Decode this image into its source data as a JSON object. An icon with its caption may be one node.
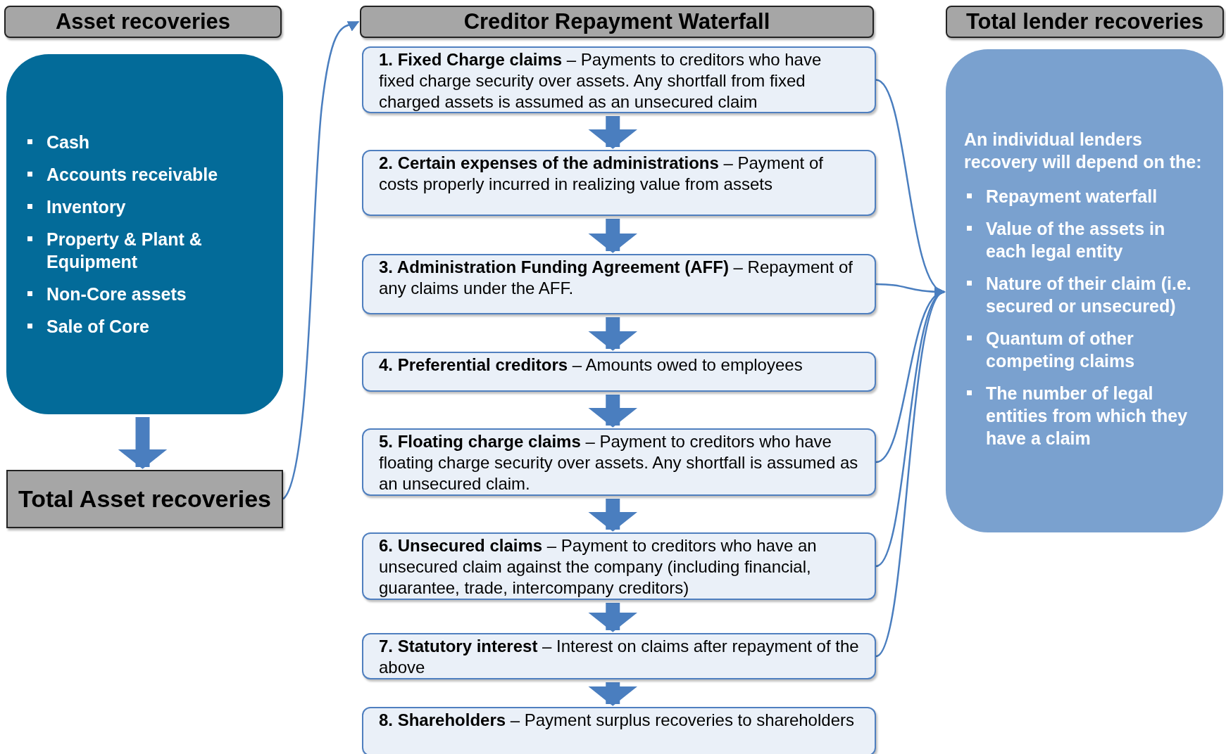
{
  "diagram": {
    "nodes": [
      {
        "text": [
          "Asset recoveries"
        ]
      },
      {
        "text": [
          "Cash",
          "Accounts receivable",
          "Inventory",
          "Property & Plant & Equipment",
          "Non-Core assets",
          "Sale of Core"
        ]
      },
      {
        "text": [
          "Total Asset recoveries"
        ]
      },
      {
        "text": [
          "Creditor Repayment Waterfall"
        ]
      },
      {
        "text": [
          "**1. Fixed Charge claims** – Payments to creditors who have fixed charge security over assets. Any shortfall from fixed charged assets is assumed as an unsecured claim"
        ]
      },
      {
        "text": [
          "**2. Certain expenses of the administrations** – Payment of costs properly incurred in realizing value from assets"
        ]
      },
      {
        "text": [
          "**3. Administration Funding Agreement (AFF)** – Repayment of any claims under the AFF."
        ]
      },
      {
        "text": [
          "**4. Preferential creditors** – Amounts owed to employees"
        ]
      },
      {
        "text": [
          "**5. Floating charge claims** – Payment to creditors who have floating charge security over assets. Any shortfall is assumed as an unsecured claim."
        ]
      },
      {
        "text": [
          "**6. Unsecured claims** – Payment to creditors who have an unsecured claim against the company (including financial, guarantee, trade, intercompany creditors)"
        ]
      },
      {
        "text": [
          "**7. Statutory interest** – Interest on claims after repayment of the above"
        ]
      },
      {
        "text": [
          "**8. Shareholders** – Payment surplus recoveries to shareholders"
        ]
      },
      {
        "text": [
          "Total lender recoveries"
        ]
      },
      {
        "text": [
          "An individual lenders recovery will depend on the:",
          "Repayment waterfall",
          "Value of the assets in each legal entity",
          "Nature of their claim (i.e. secured or unsecured)",
          "Quantum of other competing claims",
          "The number of legal entities from which they have a claim"
        ]
      }
    ],
    "edges": [
      {
        "from": 1,
        "to": 2,
        "arrow": "to"
      },
      {
        "from": 2,
        "to": 3,
        "arrow": "to"
      },
      {
        "from": 4,
        "to": 5,
        "arrow": "to"
      },
      {
        "from": 5,
        "to": 6,
        "arrow": "to"
      },
      {
        "from": 6,
        "to": 7,
        "arrow": "to"
      },
      {
        "from": 7,
        "to": 8,
        "arrow": "to"
      },
      {
        "from": 8,
        "to": 9,
        "arrow": "to"
      },
      {
        "from": 9,
        "to": 10,
        "arrow": "to"
      },
      {
        "from": 10,
        "to": 11,
        "arrow": "to"
      },
      {
        "from": 4,
        "to": 13,
        "arrow": "to"
      },
      {
        "from": 6,
        "to": 13,
        "arrow": "to"
      },
      {
        "from": 8,
        "to": 13,
        "arrow": "to"
      },
      {
        "from": 9,
        "to": 13,
        "arrow": "to"
      },
      {
        "from": 10,
        "to": 13,
        "arrow": "to"
      }
    ]
  }
}
